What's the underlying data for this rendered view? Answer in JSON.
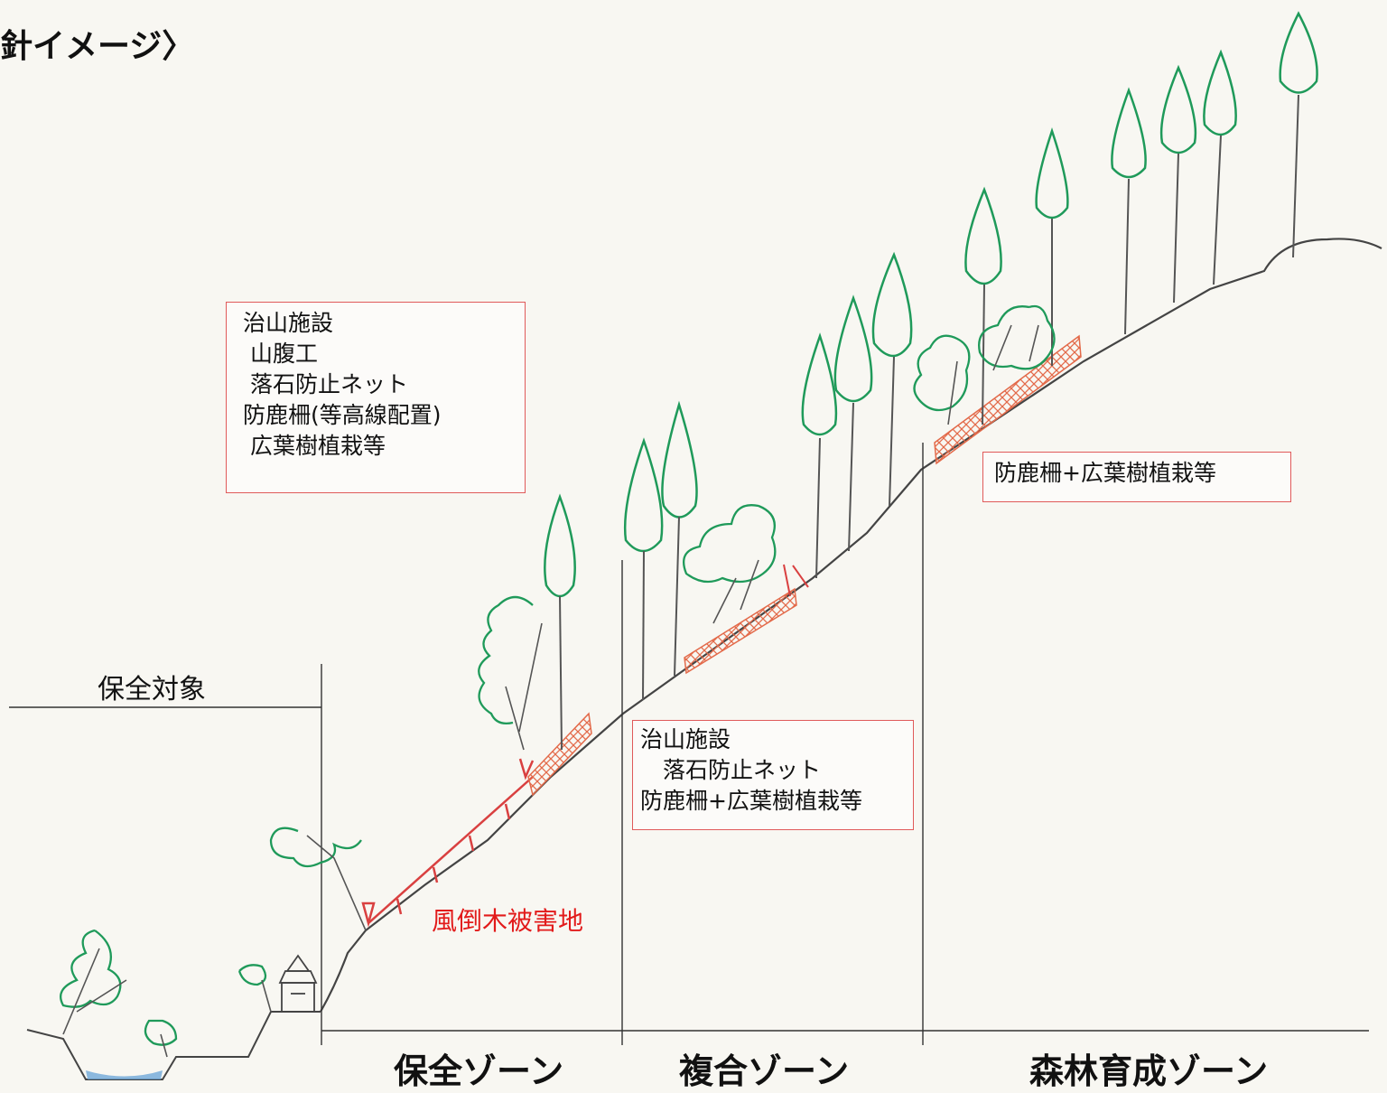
{
  "heading": "針イメージ〉",
  "protected_target": "保全対象",
  "damage_label": "風倒木被害地",
  "boxes": {
    "hozen": [
      "治山施設",
      " 山腹工",
      " 落石防止ネット",
      "防鹿柵(等高線配置)",
      " 広葉樹植栽等"
    ],
    "fukugo": [
      "治山施設",
      "　落石防止ネット",
      "防鹿柵+広葉樹植栽等"
    ],
    "shinrin": [
      "防鹿柵+広葉樹植栽等"
    ]
  },
  "zones": {
    "hozen": "保全ゾーン",
    "fukugo": "複合ゾーン",
    "shinrin": "森林育成ゾーン"
  },
  "colors": {
    "tree_green": "#1f9a5a",
    "fence_red": "#e36a4a",
    "net_red": "#d94040",
    "box_border": "#e05a5a",
    "water": "#6fa8d8",
    "slope": "#444444"
  }
}
